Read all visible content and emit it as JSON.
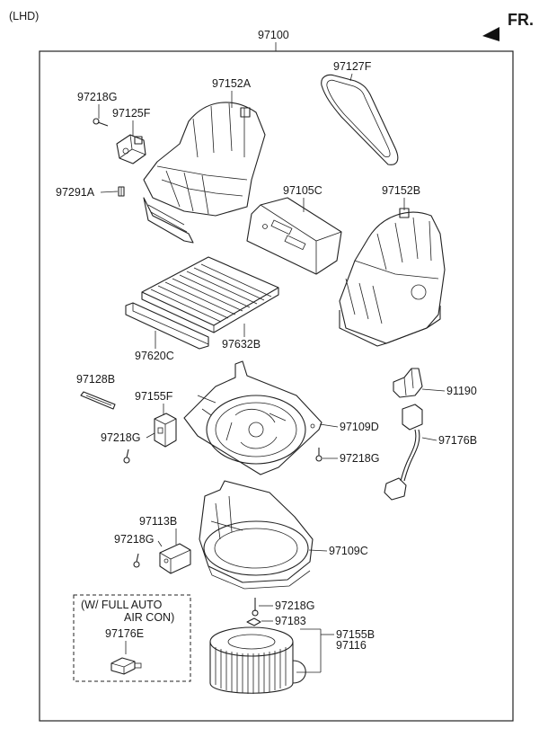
{
  "header": {
    "variant": "(LHD)",
    "assembly_no": "97100",
    "direction": "FR."
  },
  "parts": {
    "p97218G_a": "97218G",
    "p97125F": "97125F",
    "p97152A": "97152A",
    "p97127F": "97127F",
    "p97291A": "97291A",
    "p97105C": "97105C",
    "p97152B": "97152B",
    "p97620C": "97620C",
    "p97632B": "97632B",
    "p97128B": "97128B",
    "p97155F": "97155F",
    "p97218G_b": "97218G",
    "p91190": "91190",
    "p97109D": "97109D",
    "p97176B": "97176B",
    "p97218G_c": "97218G",
    "p97113B": "97113B",
    "p97218G_d": "97218G",
    "p97109C": "97109C",
    "p97218G_e": "97218G",
    "p97183": "97183",
    "p97155B": "97155B",
    "p97116": "97116",
    "p97176E": "97176E"
  },
  "option_box": {
    "line1": "(W/ FULL AUTO",
    "line2": "AIR CON)"
  }
}
